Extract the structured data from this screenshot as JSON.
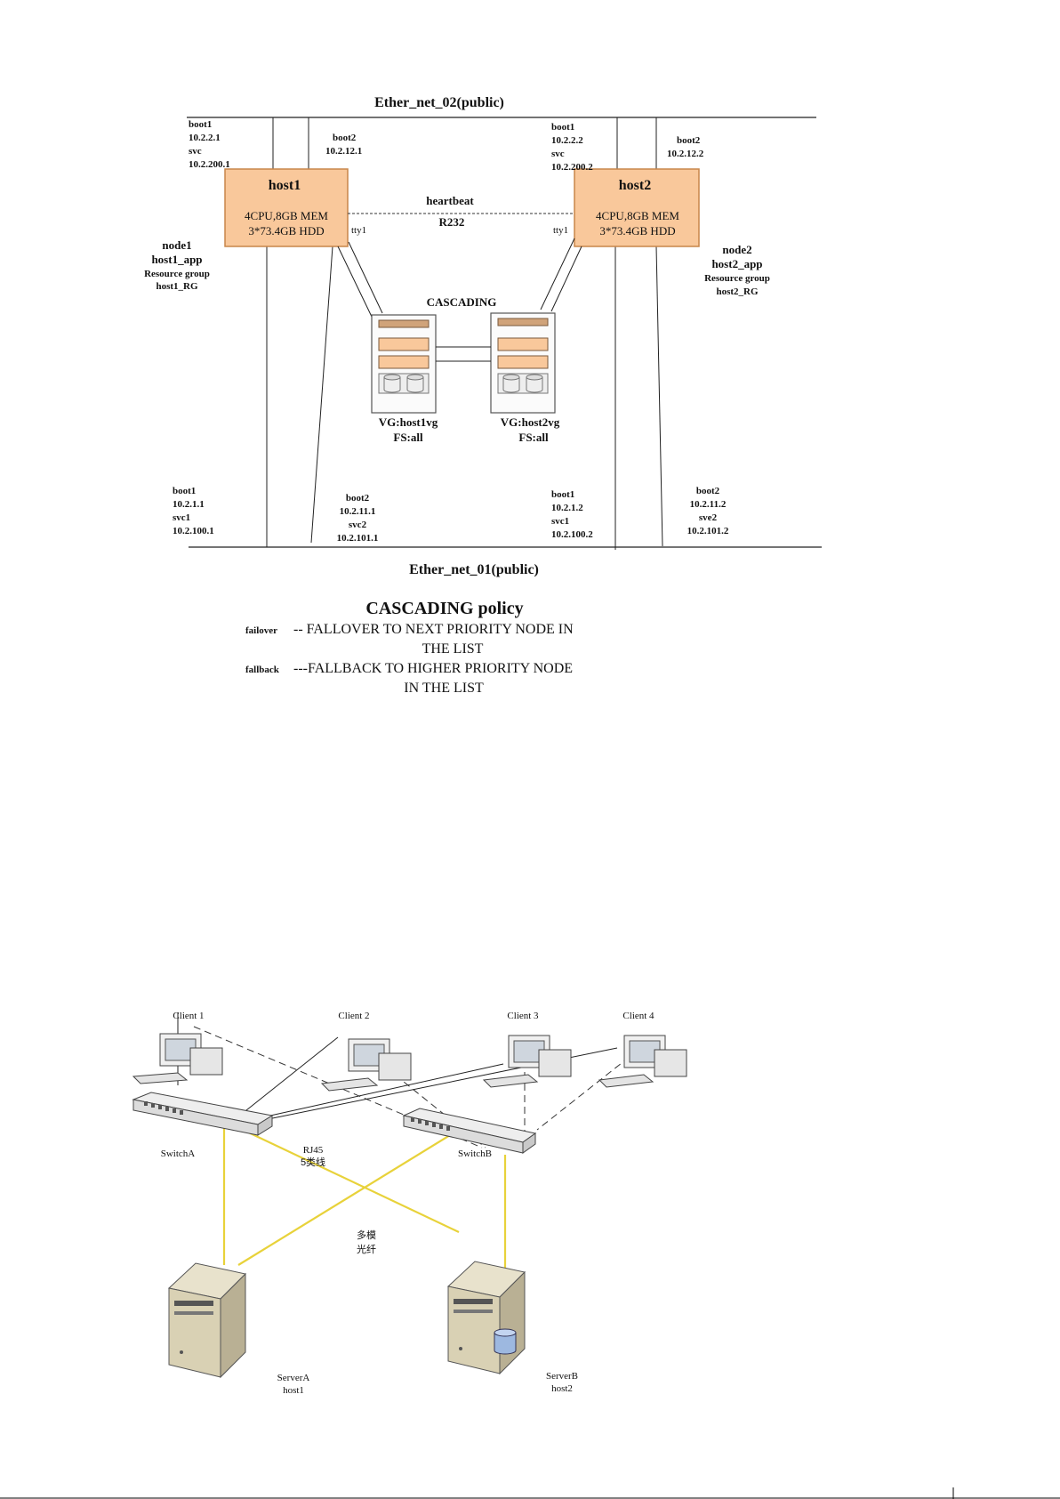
{
  "ha_diagram": {
    "net_top": "Ether_net_02(public)",
    "net_bottom": "Ether_net_01(public)",
    "host1": {
      "title": "host1",
      "spec1": "4CPU,8GB MEM",
      "spec2": "3*73.4GB HDD",
      "tty": "tty1",
      "top_left": [
        "boot1",
        "10.2.2.1",
        "svc",
        "10.2.200.1"
      ],
      "top_right": [
        "boot2",
        "10.2.12.1"
      ],
      "node": [
        "node1",
        "host1_app",
        "Resource group",
        "host1_RG"
      ],
      "bottom_left": [
        "boot1",
        "10.2.1.1",
        "svc1",
        "10.2.100.1"
      ],
      "bottom_right": [
        "boot2",
        "10.2.11.1",
        "svc2",
        "10.2.101.1"
      ]
    },
    "host2": {
      "title": "host2",
      "spec1": "4CPU,8GB MEM",
      "spec2": "3*73.4GB HDD",
      "tty": "tty1",
      "top_left": [
        "boot1",
        "10.2.2.2",
        "svc",
        "10.2.200.2"
      ],
      "top_right": [
        "boot2",
        "10.2.12.2"
      ],
      "node": [
        "node2",
        "host2_app",
        "Resource group",
        "host2_RG"
      ],
      "bottom_left": [
        "boot1",
        "10.2.1.2",
        "svc1",
        "10.2.100.2"
      ],
      "bottom_right": [
        "boot2",
        "10.2.11.2",
        "sve2",
        "10.2.101.2"
      ]
    },
    "heartbeat": "heartbeat",
    "r232": "R232",
    "cascading": "CASCADING",
    "vg1": [
      "VG:host1vg",
      "FS:all"
    ],
    "vg2": [
      "VG:host2vg",
      "FS:all"
    ],
    "colors": {
      "host_fill": "#f9c89b",
      "host_stroke": "#c8864a"
    }
  },
  "policy": {
    "title": "CASCADING policy",
    "failover_key": "failover",
    "failover_text_1": "-- FALLOVER TO NEXT PRIORITY NODE IN",
    "failover_text_2": "THE LIST",
    "fallback_key": "fallback",
    "fallback_text_1": "---FALLBACK TO HIGHER PRIORITY NODE",
    "fallback_text_2": "IN THE LIST"
  },
  "net_diagram": {
    "clients": [
      "Client 1",
      "Client 2",
      "Client 3",
      "Client 4"
    ],
    "switch_a": "SwitchA",
    "switch_b": "SwitchB",
    "rj45": [
      "RJ45",
      "5类线"
    ],
    "fiber": [
      "多模",
      "光纤"
    ],
    "server_a": [
      "ServerA",
      "host1"
    ],
    "server_b": [
      "ServerB",
      "host2"
    ],
    "colors": {
      "fiber": "#e8d23a"
    }
  }
}
